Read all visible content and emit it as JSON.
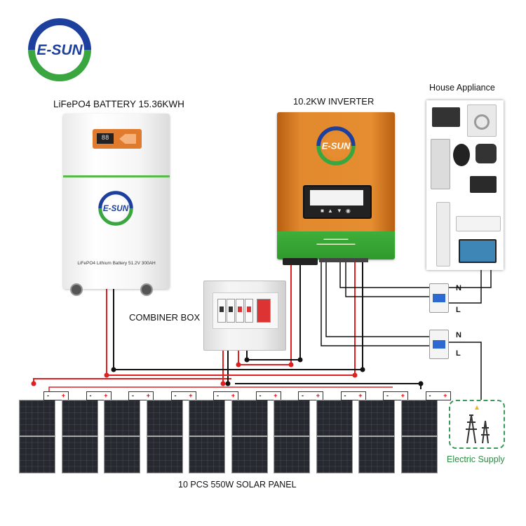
{
  "brand": {
    "name": "E-SUN"
  },
  "battery": {
    "title": "LiFePO4 BATTERY 15.36KWH",
    "label": "LiFePO4 Lithium Battery 51.2V 300AH"
  },
  "inverter": {
    "title": "10.2KW INVERTER"
  },
  "combiner": {
    "title": "COMBINER BOX"
  },
  "appliances": {
    "title": "House Appliance"
  },
  "panels": {
    "caption": "10 PCS 550W SOLAR PANEL",
    "count": 10,
    "minus": "-",
    "plus": "+"
  },
  "breakers": {
    "n": "N",
    "l": "L"
  },
  "grid": {
    "label": "Electric Supply"
  },
  "colors": {
    "positive_wire": "#e02020",
    "negative_wire": "#111111",
    "brand_blue": "#1d3f9e",
    "brand_green": "#3aa640",
    "inverter_orange": "#e58d30"
  }
}
